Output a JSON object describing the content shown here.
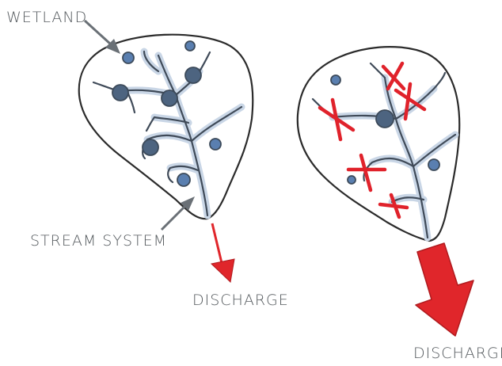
{
  "labels": {
    "wetland": "WETLAND",
    "stream_system": "STREAM SYSTEM",
    "discharge_left": "DISCHARGE",
    "discharge_right": "DISCHARGE"
  },
  "colors": {
    "outline": "#2b2b2b",
    "stream_dark": "#3f4a58",
    "stream_light": "#c9d6e6",
    "wetland_fill": "#5a7fb0",
    "wetland_dark": "#3c4a5a",
    "arrow_red": "#e0262b",
    "cross_red": "#e0222b",
    "label_gray": "#555a5e",
    "pointer_gray": "#6a7076"
  },
  "icons": {
    "pointer": "pointer-arrow-icon",
    "discharge": "discharge-arrow-icon",
    "loss": "cross-icon"
  }
}
